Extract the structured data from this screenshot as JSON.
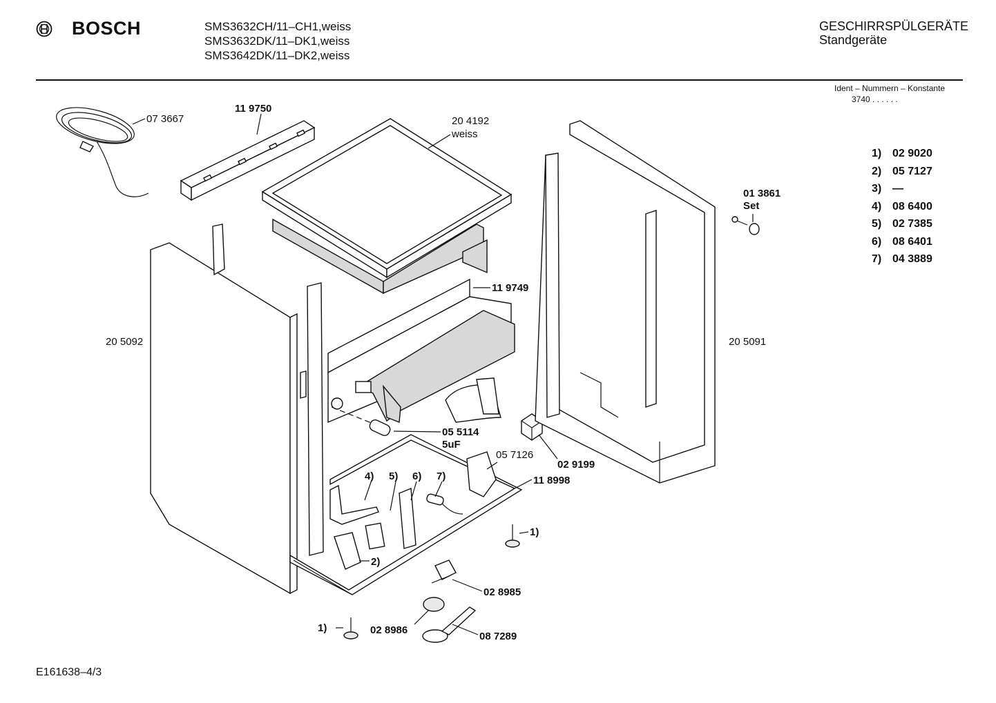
{
  "header": {
    "brand": "BOSCH",
    "logo_icon": "bosch-armature-logo-icon",
    "models": [
      "SMS3632CH/11–CH1,weiss",
      "SMS3632DK/11–DK1,weiss",
      "SMS3642DK/11–DK2,weiss"
    ],
    "category_line1": "GESCHIRRSPÜLGERÄTE",
    "category_line2": "Standgeräte",
    "ident_label": "Ident – Nummern – Konstante",
    "ident_value": "3740 . .   . . . ."
  },
  "legend": [
    {
      "key": "1)",
      "value": "02 9020"
    },
    {
      "key": "2)",
      "value": "05 7127"
    },
    {
      "key": "3)",
      "value": "—"
    },
    {
      "key": "4)",
      "value": "08 6400"
    },
    {
      "key": "5)",
      "value": "02 7385"
    },
    {
      "key": "6)",
      "value": "08 6401"
    },
    {
      "key": "7)",
      "value": "04 3889"
    }
  ],
  "parts": {
    "cable": "07 3667",
    "rail": "11 9750",
    "worktop": "20 4192",
    "worktop_color": "weiss",
    "side_left": "20 5092",
    "side_right": "20 5091",
    "crossbar": "11 9749",
    "screw_set": "01 3861",
    "screw_set_note": "Set",
    "capacitor": "05 5114",
    "capacitor_note": "5uF",
    "bracket": "05 7126",
    "relay": "02 9199",
    "base": "11 8998",
    "foot_right_ref": "1)",
    "bracket_ref": "2)",
    "ref4": "4)",
    "ref5": "5)",
    "ref6": "6)",
    "ref7": "7)",
    "switch": "02 8985",
    "foot_left_ref": "1)",
    "knob": "02 8986",
    "float": "08 7289"
  },
  "footer": {
    "code": "E161638–4/3"
  }
}
